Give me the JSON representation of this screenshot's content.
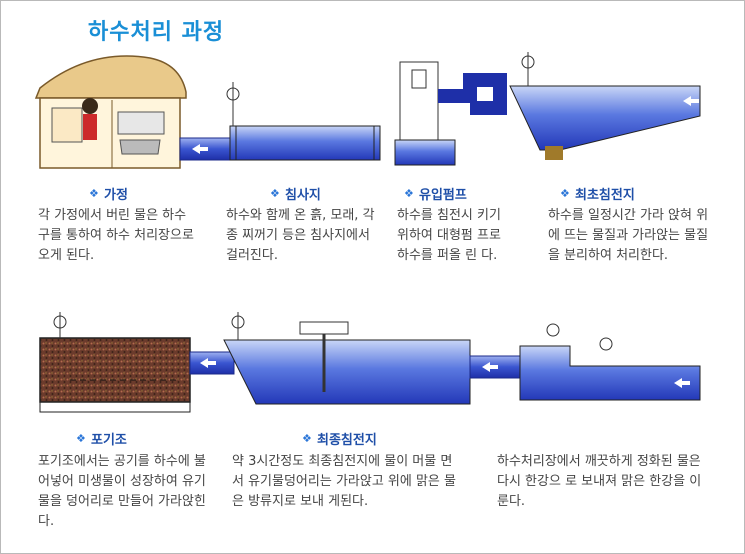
{
  "title": "하수처리 과정",
  "accent_color": "#1a8fd6",
  "pipe_color": "#2f49c9",
  "bullet_icon": "diamond-flower",
  "steps": [
    {
      "label": "가정",
      "desc": "각 가정에서 버린 물은 하수구를 통하여 하수 처리장으로 오게 된다."
    },
    {
      "label": "침사지",
      "desc": "하수와 함께 온 흙, 모래, 각종 찌꺼기 등은 침사지에서 걸러진다."
    },
    {
      "label": "유입펌프",
      "desc": "하수를 침전시 키기위하여 대형펌 프로 하수를 퍼올 린 다."
    },
    {
      "label": "최초침전지",
      "desc": "하수를 일정시간 가라 앉혀 위에 뜨는 물질과 가라앉는 물질을 분리하여 처리한다."
    },
    {
      "label": "포기조",
      "desc": "포기조에서는 공기를 하수에 불어넣어 미생물이 성장하여 유기물을 덩어리로 만들어 가라앉힌다."
    },
    {
      "label": "최종침전지",
      "desc": "약 3시간정도 최종침전지에 물이 머물 면서 유기물덩어리는 가라앉고 위에 맑은 물은 방류지로 보내 게된다."
    },
    {
      "label": "",
      "desc": "하수처리장에서 깨끗하게 정화된 물은 다시 한강으 로 보내져 맑은 한강을 이룬다."
    }
  ]
}
